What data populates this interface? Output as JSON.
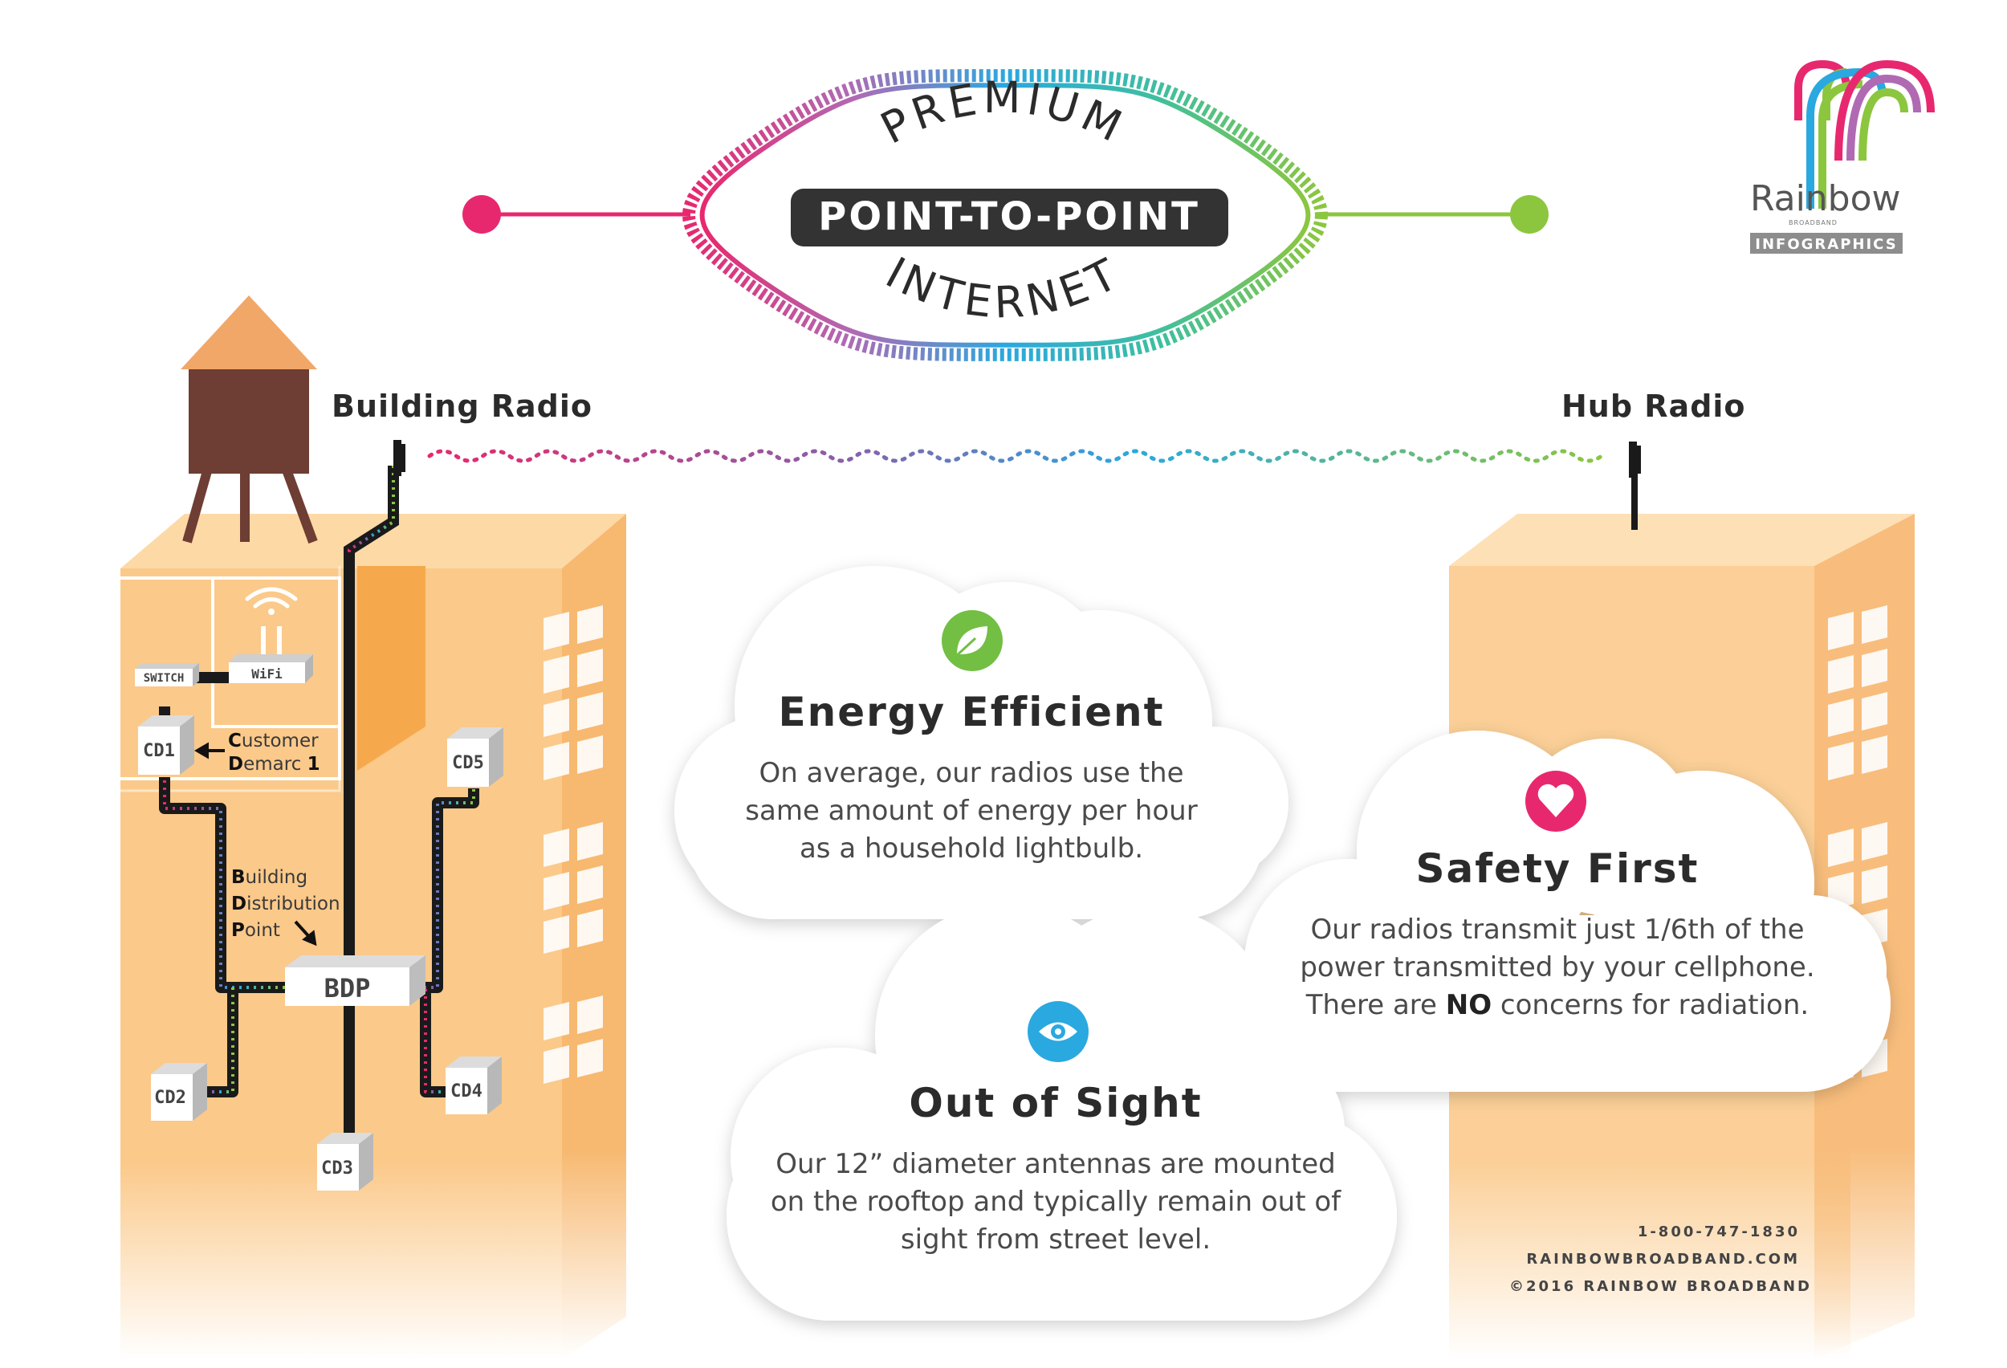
{
  "badge": {
    "top_word": "PREMIUM",
    "middle": "POINT-TO-POINT",
    "bottom_word": "INTERNET"
  },
  "logo": {
    "brand": "Rainbow",
    "brand_sub": "BROADBAND",
    "tag": "INFOGRAPHICS"
  },
  "radios": {
    "building": "Building Radio",
    "hub": "Hub Radio"
  },
  "building_diagram": {
    "switch": "SWITCH",
    "wifi": "WiFi",
    "cd1": "CD1",
    "cd2": "CD2",
    "cd3": "CD3",
    "cd4": "CD4",
    "cd5": "CD5",
    "bdp": "BDP",
    "customer_demarc": {
      "l1_first": "C",
      "l1_rest": "ustomer",
      "l2_first": "D",
      "l2_rest": "emarc ",
      "l2_num": "1"
    },
    "distribution_point": {
      "l1_first": "B",
      "l1_rest": "uilding",
      "l2_first": "D",
      "l2_rest": "istribution",
      "l3_first": "P",
      "l3_rest": "oint"
    }
  },
  "clouds": {
    "energy": {
      "title": "Energy Efficient",
      "body": "On average, our radios use the same amount of energy per hour as a household lightbulb."
    },
    "safety": {
      "title": "Safety First",
      "body_1": "Our radios transmit just 1/6th of the power transmitted by your cellphone. There are ",
      "body_bold": "NO",
      "body_2": " concerns for radiation."
    },
    "sight": {
      "title": "Out of Sight",
      "body": "Our 12” diameter antennas are mounted on the rooftop and typically remain out of sight from street level."
    }
  },
  "footer": {
    "phone": "1-800-747-1830",
    "website": "RAINBOWBROADBAND.COM",
    "copyright": "©2016 RAINBOW BROADBAND"
  },
  "colors": {
    "pink": "#e8286e",
    "green": "#8cc63f",
    "building": "#fbc98a",
    "building_dark": "#f6a94c",
    "tower": "#6e3d33",
    "roof": "#f1a768",
    "badge_dark": "#333333",
    "icon_green": "#72bf44",
    "icon_pink": "#e8286e",
    "icon_blue": "#2aa8e0"
  },
  "icons": {
    "energy": "leaf-icon",
    "safety": "heart-icon",
    "sight": "eye-icon",
    "wifi": "wifi-icon",
    "arrow": "arrow-icon"
  }
}
